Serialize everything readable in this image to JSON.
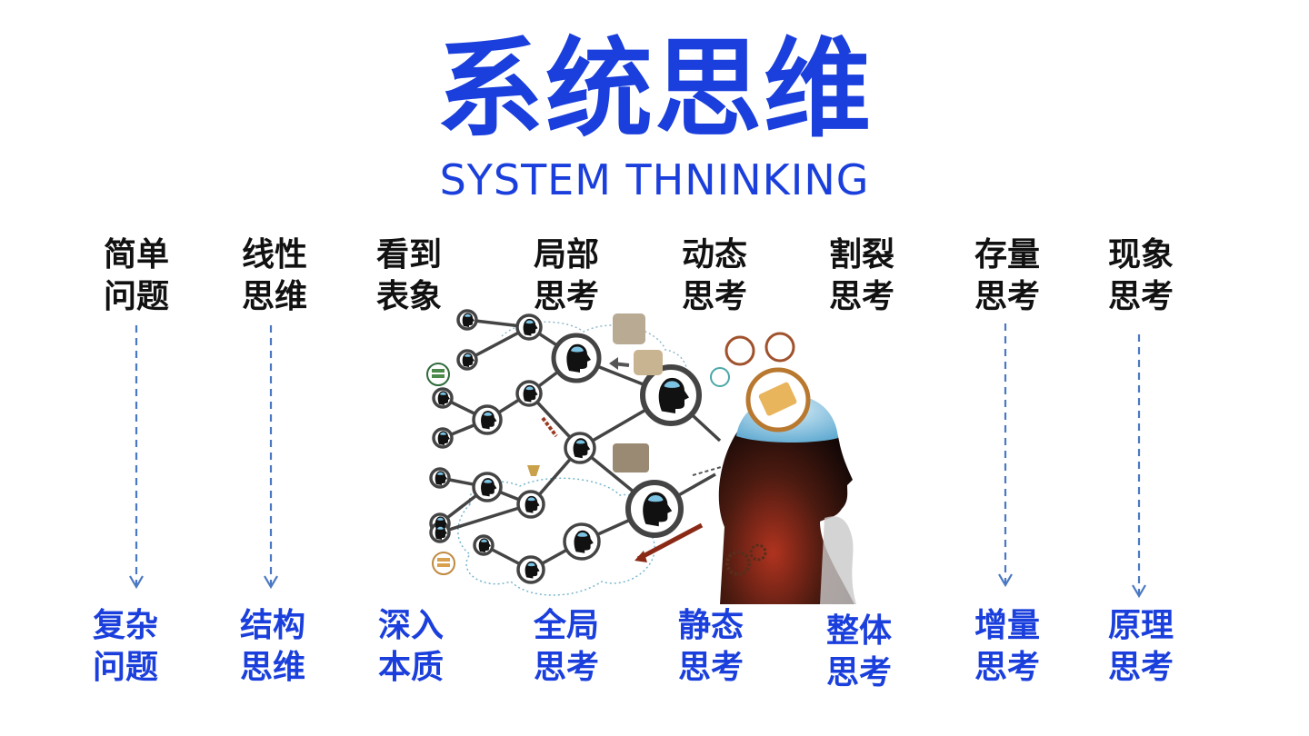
{
  "title": "系统思维",
  "subtitle": "SYSTEM THNINKING",
  "colors": {
    "accent": "#1a3fdc",
    "subtitle": "#1a3fdc",
    "arrow": "#4a78c2",
    "top_text": "#111111"
  },
  "columns": [
    {
      "from": [
        "简单",
        "问题"
      ],
      "to": [
        "复杂",
        "问题"
      ]
    },
    {
      "from": [
        "线性",
        "思维"
      ],
      "to": [
        "结构",
        "思维"
      ]
    },
    {
      "from": [
        "看到",
        "表象"
      ],
      "to": [
        "深入",
        "本质"
      ]
    },
    {
      "from": [
        "局部",
        "思考"
      ],
      "to": [
        "全局",
        "思考"
      ]
    },
    {
      "from": [
        "动态",
        "思考"
      ],
      "to": [
        "静态",
        "思考"
      ]
    },
    {
      "from": [
        "割裂",
        "思考"
      ],
      "to": [
        "整体",
        "思考"
      ]
    },
    {
      "from": [
        "存量",
        "思考"
      ],
      "to": [
        "增量",
        "思考"
      ]
    },
    {
      "from": [
        "现象",
        "思考"
      ],
      "to": [
        "原理",
        "思考"
      ]
    }
  ],
  "illustration": {
    "icon": "network-of-heads-flowing-into-thinking-head"
  }
}
